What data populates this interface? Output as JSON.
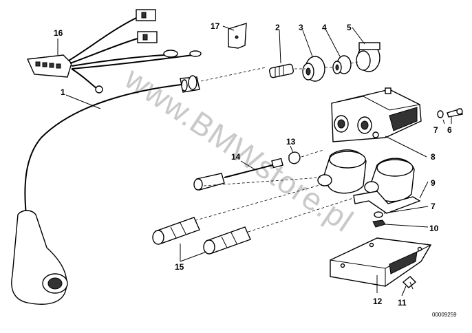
{
  "callouts": {
    "c1": "1",
    "c2": "2",
    "c3": "3",
    "c4": "4",
    "c5": "5",
    "c6": "6",
    "c7a": "7",
    "c7b": "7",
    "c8": "8",
    "c9": "9",
    "c10": "10",
    "c11": "11",
    "c12": "12",
    "c13": "13",
    "c14": "14",
    "c15": "15",
    "c16": "16",
    "c17": "17"
  },
  "watermark": "www.BMWstore.pl",
  "catalog_number": "00009259"
}
